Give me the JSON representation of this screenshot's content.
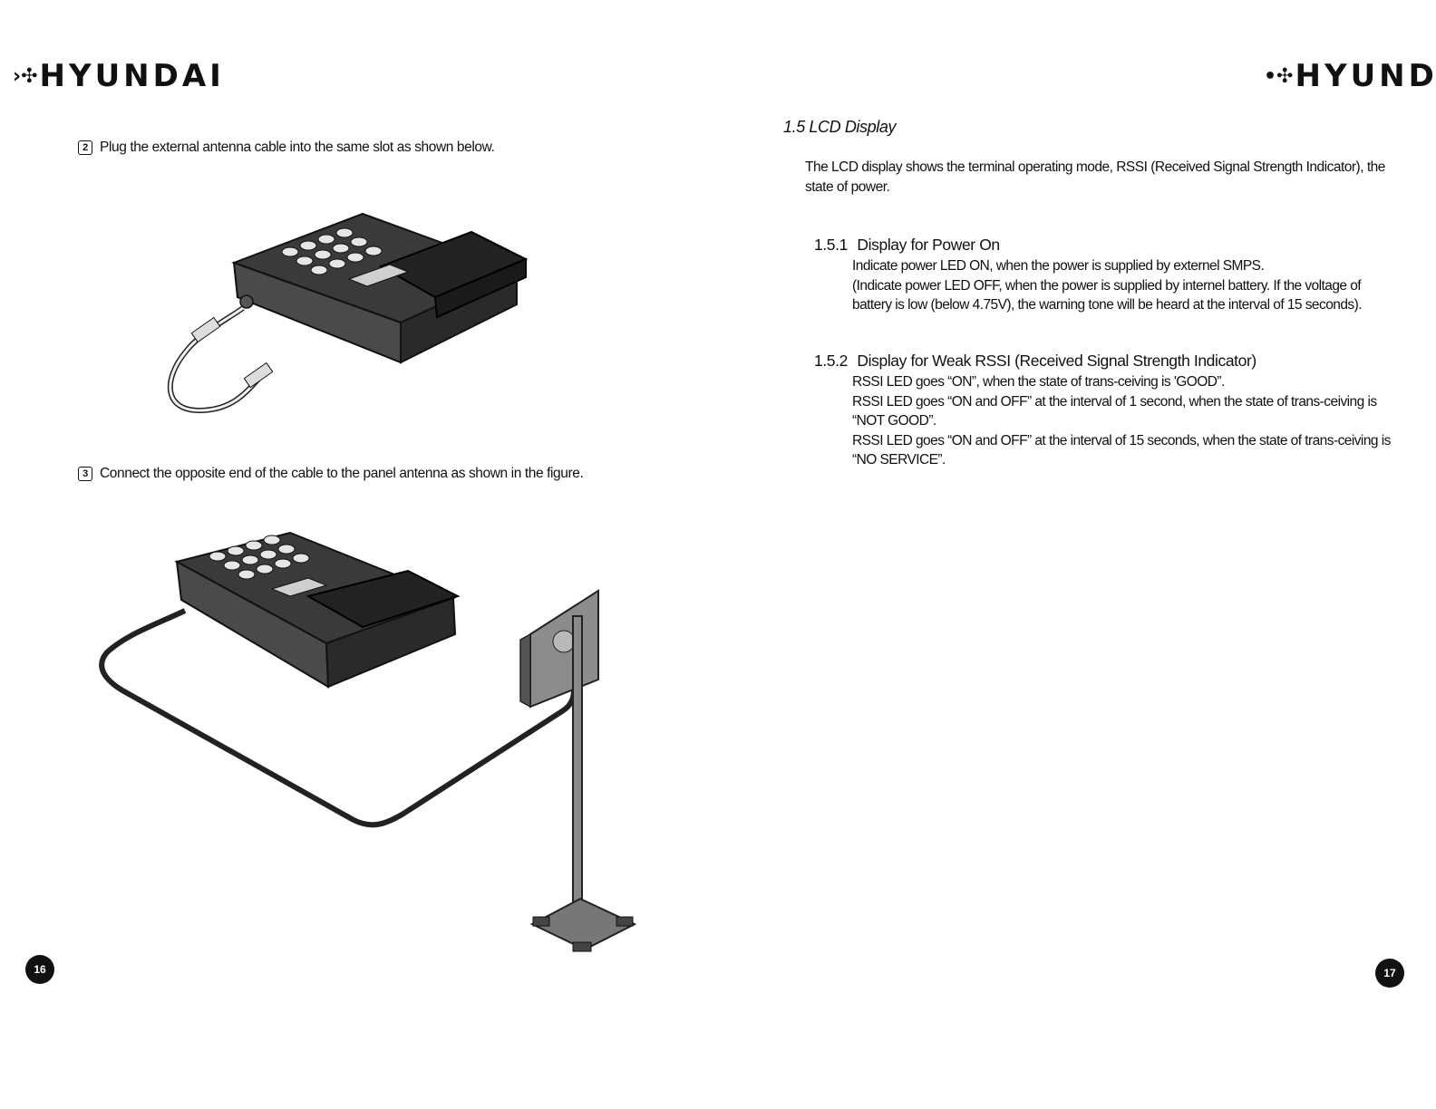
{
  "left_page": {
    "brand": "HYUNDAI",
    "step2": {
      "number": "2",
      "text": "Plug the external antenna cable into the same slot as shown below."
    },
    "step3": {
      "number": "3",
      "text": "Connect the opposite end of the cable to the panel antenna as shown in the figure."
    },
    "page_number": "16"
  },
  "right_page": {
    "brand": "HYUNDA",
    "section_title": "1.5 LCD Display",
    "intro": "The LCD display shows the terminal operating mode, RSSI (Received Signal Strength Indicator), the state of power.",
    "sub1": {
      "number": "1.5.1",
      "title": "Display for Power On",
      "lines": [
        "Indicate power LED ON, when the power is supplied by externel SMPS.",
        "(Indicate power LED OFF, when the power is supplied by internel battery. If the voltage of battery is low (below 4.75V), the warning tone will be heard at the interval of 15 seconds)."
      ]
    },
    "sub2": {
      "number": "1.5.2",
      "title": "Display for Weak RSSI (Received Signal Strength Indicator)",
      "lines": [
        "RSSI LED goes “ON”, when the state of trans-ceiving is 'GOOD”.",
        "RSSI LED goes “ON and OFF” at the interval of 1 second, when the state of trans-ceiving is “NOT GOOD”.",
        "RSSI LED goes “ON and OFF” at the interval of 15 seconds, when the state of trans-ceiving is “NO SERVICE”."
      ]
    },
    "page_number": "17"
  }
}
